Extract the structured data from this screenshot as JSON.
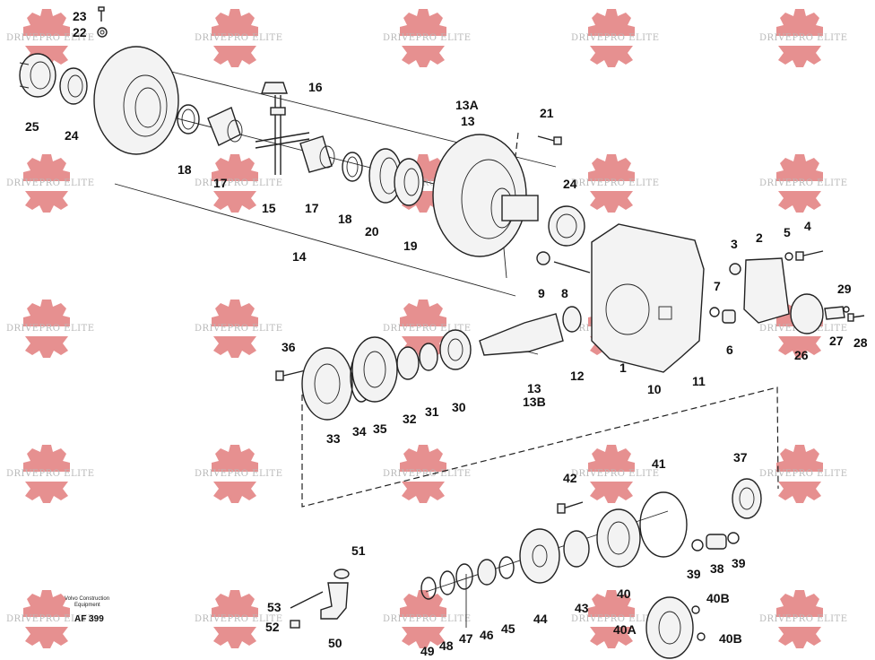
{
  "watermark": {
    "text": "DRIVEPRO ELITE",
    "color": "#e07b7b"
  },
  "caption": {
    "line1": "Volvo Construction",
    "line2": "Equipment",
    "code": "AF 399"
  },
  "labels": [
    {
      "id": "23",
      "text": "23"
    },
    {
      "id": "22",
      "text": "22"
    },
    {
      "id": "25",
      "text": "25"
    },
    {
      "id": "24a",
      "text": "24"
    },
    {
      "id": "16",
      "text": "16"
    },
    {
      "id": "18a",
      "text": "18"
    },
    {
      "id": "17a",
      "text": "17"
    },
    {
      "id": "15",
      "text": "15"
    },
    {
      "id": "17b",
      "text": "17"
    },
    {
      "id": "18b",
      "text": "18"
    },
    {
      "id": "20",
      "text": "20"
    },
    {
      "id": "19",
      "text": "19"
    },
    {
      "id": "13A",
      "text": "13A"
    },
    {
      "id": "13a",
      "text": "13"
    },
    {
      "id": "21",
      "text": "21"
    },
    {
      "id": "24b",
      "text": "24"
    },
    {
      "id": "14",
      "text": "14"
    },
    {
      "id": "3",
      "text": "3"
    },
    {
      "id": "2",
      "text": "2"
    },
    {
      "id": "5",
      "text": "5"
    },
    {
      "id": "4",
      "text": "4"
    },
    {
      "id": "9",
      "text": "9"
    },
    {
      "id": "8",
      "text": "8"
    },
    {
      "id": "7",
      "text": "7"
    },
    {
      "id": "29",
      "text": "29"
    },
    {
      "id": "6",
      "text": "6"
    },
    {
      "id": "27",
      "text": "27"
    },
    {
      "id": "28",
      "text": "28"
    },
    {
      "id": "26",
      "text": "26"
    },
    {
      "id": "36",
      "text": "36"
    },
    {
      "id": "12",
      "text": "12"
    },
    {
      "id": "1",
      "text": "1"
    },
    {
      "id": "11",
      "text": "11"
    },
    {
      "id": "10",
      "text": "10"
    },
    {
      "id": "13b",
      "text": "13"
    },
    {
      "id": "13B",
      "text": "13B"
    },
    {
      "id": "33",
      "text": "33"
    },
    {
      "id": "34",
      "text": "34"
    },
    {
      "id": "35",
      "text": "35"
    },
    {
      "id": "32",
      "text": "32"
    },
    {
      "id": "31",
      "text": "31"
    },
    {
      "id": "30",
      "text": "30"
    },
    {
      "id": "41",
      "text": "41"
    },
    {
      "id": "37",
      "text": "37"
    },
    {
      "id": "42",
      "text": "42"
    },
    {
      "id": "39a",
      "text": "39"
    },
    {
      "id": "38",
      "text": "38"
    },
    {
      "id": "39b",
      "text": "39"
    },
    {
      "id": "40a",
      "text": "40"
    },
    {
      "id": "43",
      "text": "43"
    },
    {
      "id": "44",
      "text": "44"
    },
    {
      "id": "45",
      "text": "45"
    },
    {
      "id": "46",
      "text": "46"
    },
    {
      "id": "47",
      "text": "47"
    },
    {
      "id": "48",
      "text": "48"
    },
    {
      "id": "49",
      "text": "49"
    },
    {
      "id": "51",
      "text": "51"
    },
    {
      "id": "53",
      "text": "53"
    },
    {
      "id": "52",
      "text": "52"
    },
    {
      "id": "50",
      "text": "50"
    },
    {
      "id": "40B1",
      "text": "40B"
    },
    {
      "id": "40A",
      "text": "40A"
    },
    {
      "id": "40B2",
      "text": "40B"
    }
  ]
}
